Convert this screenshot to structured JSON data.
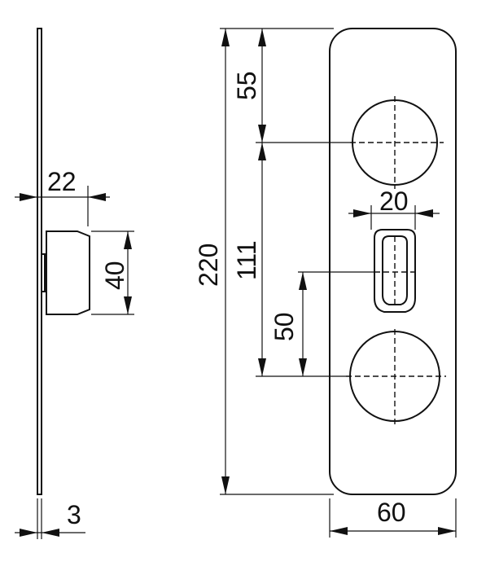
{
  "drawing": {
    "dimensions": {
      "side_thickness": "3",
      "side_knob_depth": "22",
      "side_knob_height": "40",
      "plate_height": "220",
      "top_to_knob": "55",
      "knob_to_knob": "111",
      "center_to_lower_knob": "50",
      "slot_width": "20",
      "plate_width": "60"
    }
  }
}
